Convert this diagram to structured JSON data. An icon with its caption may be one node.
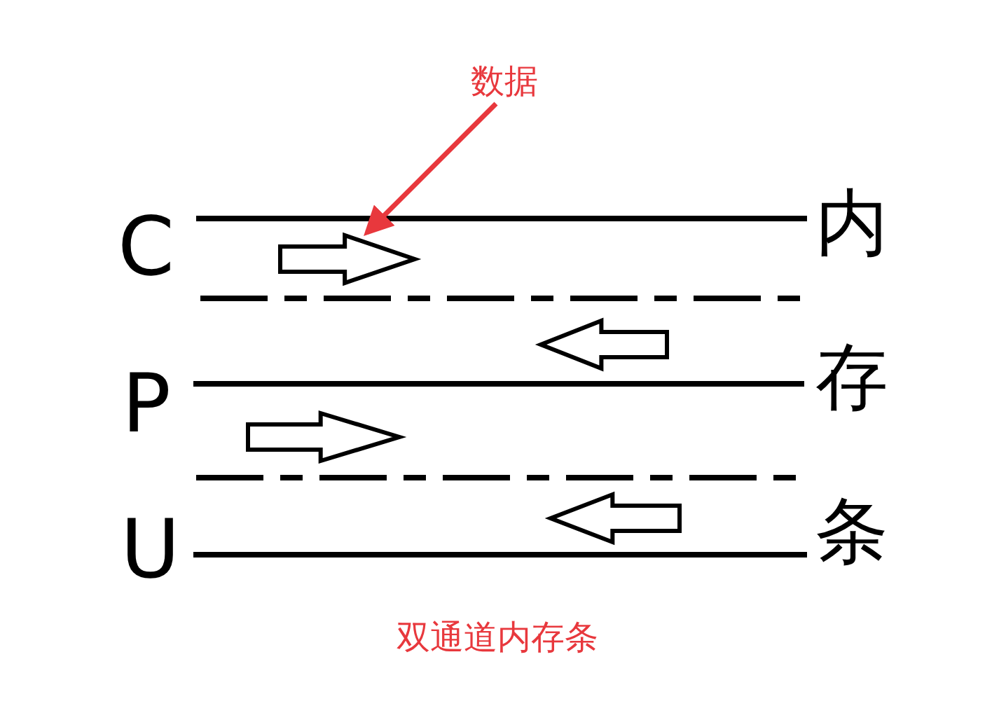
{
  "diagram": {
    "caption": "双通道内存条",
    "nodes": [
      {
        "text": [
          "数据"
        ]
      },
      {
        "text": [],
        "shape": "arrow"
      },
      {
        "text": [],
        "shape": "arrow"
      },
      {
        "text": [],
        "shape": "arrow"
      },
      {
        "text": [],
        "shape": "arrow"
      }
    ],
    "edges": [
      {
        "from": 0,
        "to": 1,
        "arrow": "to",
        "color": "#e8383d"
      }
    ],
    "labels": [
      "C",
      "内",
      "P",
      "存",
      "U",
      "条"
    ]
  }
}
